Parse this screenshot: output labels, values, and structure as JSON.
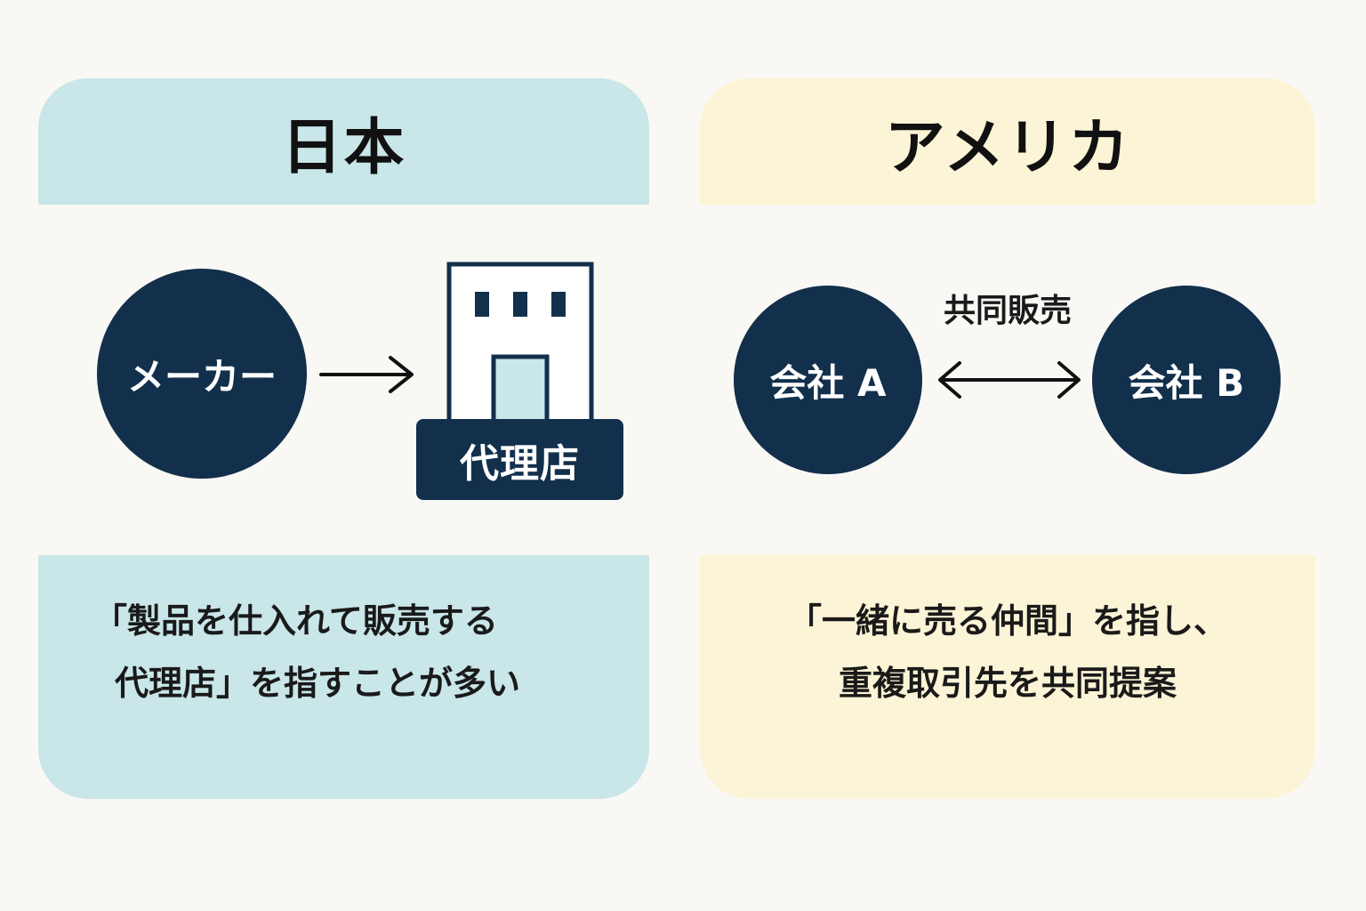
{
  "japan": {
    "title": "日本",
    "maker_label": "メーカー",
    "agency_label": "代理店",
    "desc_lines": [
      "「製品を仕入れて販売する",
      "代理店」を指すことが多い"
    ]
  },
  "us": {
    "title": "アメリカ",
    "company_a": "会社 A",
    "company_b": "会社 B",
    "joint_label": "共同販売",
    "desc_lines": [
      "「一緒に売る仲間」を指し、",
      "重複取引先を共同提案"
    ]
  },
  "colors": {
    "background": "#faf8f4",
    "japan_panel": "#c9e6e9",
    "us_panel": "#fcf4d6",
    "navy": "#12304c",
    "door": "#c9e6e9"
  },
  "icons": [
    "arrow-right-icon",
    "double-arrow-icon",
    "building-icon"
  ]
}
